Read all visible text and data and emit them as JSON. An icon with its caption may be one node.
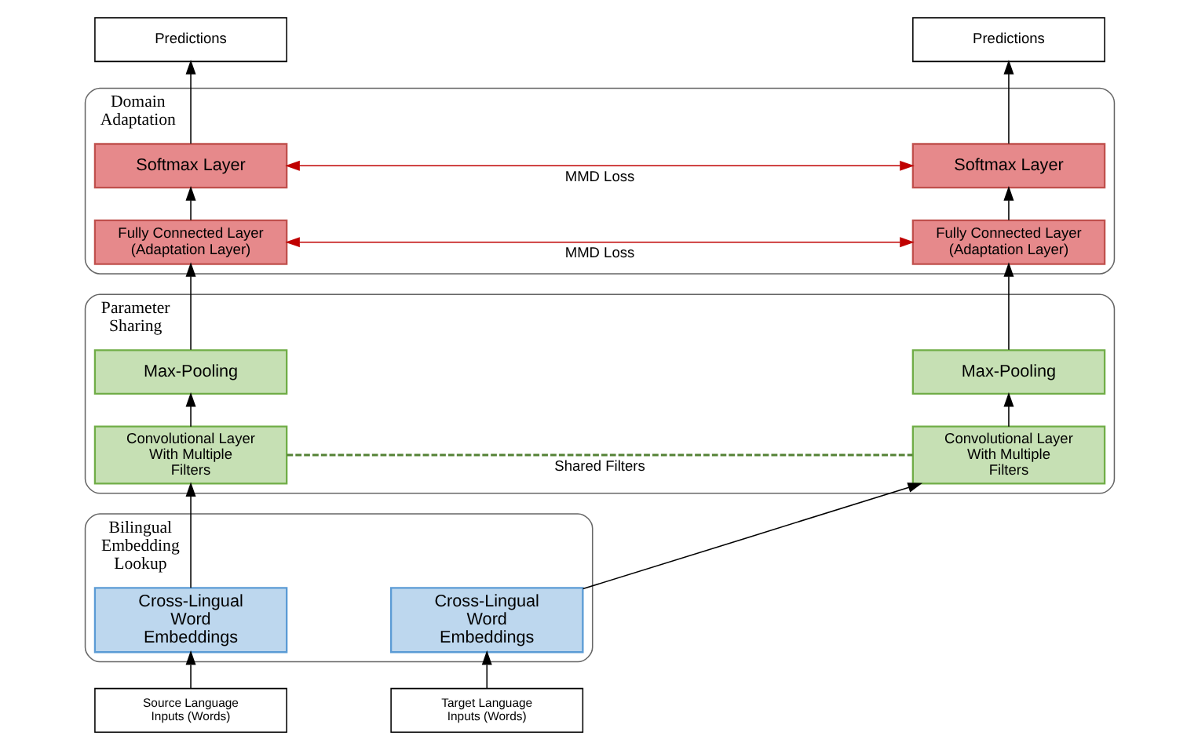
{
  "diagram": {
    "nodes": [
      {
        "text": [
          "Predictions"
        ]
      },
      {
        "text": [
          "Predictions"
        ]
      },
      {
        "text": [
          "Domain Adaptation"
        ]
      },
      {
        "text": [
          "Softmax Layer"
        ],
        "in": 2
      },
      {
        "text": [
          "Softmax Layer"
        ],
        "in": 2
      },
      {
        "text": [
          "Fully Connected Layer (Adaptation Layer)"
        ],
        "in": 2
      },
      {
        "text": [
          "Fully Connected Layer (Adaptation Layer)"
        ],
        "in": 2
      },
      {
        "text": [
          "Parameter Sharing"
        ]
      },
      {
        "text": [
          "Max-Pooling"
        ],
        "in": 7
      },
      {
        "text": [
          "Max-Pooling"
        ],
        "in": 7
      },
      {
        "text": [
          "Convolutional Layer With Multiple Filters"
        ],
        "in": 7
      },
      {
        "text": [
          "Convolutional Layer With Multiple Filters"
        ],
        "in": 7
      },
      {
        "text": [
          "Bilingual Embedding Lookup"
        ]
      },
      {
        "text": [
          "Cross-Lingual Word Embeddings"
        ],
        "in": 12
      },
      {
        "text": [
          "Cross-Lingual Word Embeddings"
        ],
        "in": 12
      },
      {
        "text": [
          "Source Language Inputs (Words)"
        ]
      },
      {
        "text": [
          "Target Language Inputs (Words)"
        ]
      }
    ],
    "edges": [
      {
        "from": 15,
        "to": 13,
        "arrow": "to"
      },
      {
        "from": 13,
        "to": 10,
        "arrow": "to"
      },
      {
        "from": 10,
        "to": 8,
        "arrow": "to"
      },
      {
        "from": 8,
        "to": 5,
        "arrow": "to"
      },
      {
        "from": 5,
        "to": 3,
        "arrow": "to"
      },
      {
        "from": 3,
        "to": 0,
        "arrow": "to"
      },
      {
        "from": 16,
        "to": 14,
        "arrow": "to"
      },
      {
        "from": 14,
        "to": 11,
        "arrow": "to"
      },
      {
        "from": 11,
        "to": 9,
        "arrow": "to"
      },
      {
        "from": 9,
        "to": 6,
        "arrow": "to"
      },
      {
        "from": 6,
        "to": 4,
        "arrow": "to"
      },
      {
        "from": 4,
        "to": 1,
        "arrow": "to"
      },
      {
        "from": 3,
        "to": 4,
        "arrow": "both",
        "label": "MMD Loss",
        "color": "#c00000"
      },
      {
        "from": 5,
        "to": 6,
        "arrow": "both",
        "label": "MMD Loss",
        "color": "#c00000"
      },
      {
        "from": 10,
        "to": 11,
        "arrow": "none",
        "label": "Shared Filters",
        "style": "dashed",
        "color": "#548235"
      }
    ]
  }
}
